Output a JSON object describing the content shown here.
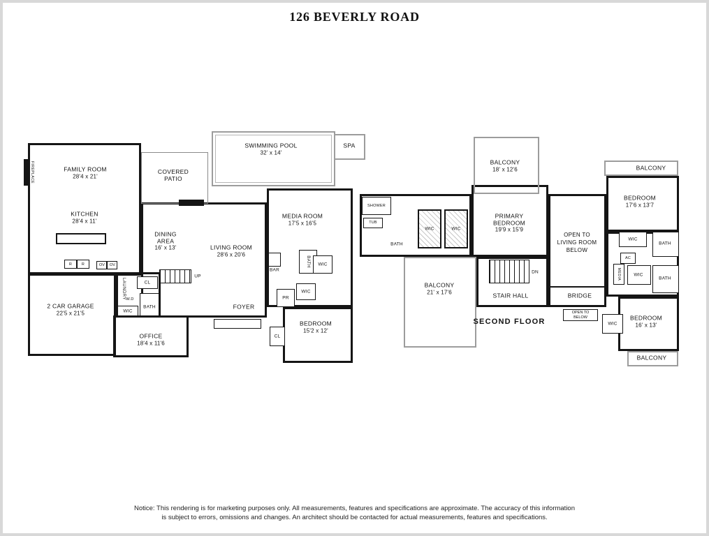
{
  "title": "126 BEVERLY ROAD",
  "first_floor": {
    "family_room": {
      "name": "FAMILY ROOM",
      "dims": "28'4 x 21'"
    },
    "covered_patio": {
      "name": "COVERED PATIO"
    },
    "swimming_pool": {
      "name": "SWIMMING POOL",
      "dims": "32' x 14'"
    },
    "spa": {
      "name": "SPA"
    },
    "kitchen": {
      "name": "KITCHEN",
      "dims": "28'4 x 11'"
    },
    "dining_area": {
      "name": "DINING AREA",
      "dims": "16' x 13'"
    },
    "living_room": {
      "name": "LIVING ROOM",
      "dims": "28'6 x 20'6"
    },
    "media_room": {
      "name": "MEDIA ROOM",
      "dims": "17'5 x 16'5"
    },
    "garage": {
      "name": "2 CAR GARAGE",
      "dims": "22'5 x 21'5"
    },
    "office": {
      "name": "OFFICE",
      "dims": "18'4 x 11'6"
    },
    "bedroom": {
      "name": "BEDROOM",
      "dims": "15'2 x 12'"
    },
    "foyer": {
      "name": "FOYER"
    }
  },
  "second_floor": {
    "floor_label": "SECOND FLOOR",
    "balcony_top": {
      "name": "BALCONY",
      "dims": "18' x 12'6"
    },
    "balcony_top_right": {
      "name": "BALCONY"
    },
    "bedroom_top_right": {
      "name": "BEDROOM",
      "dims": "17'6 x 13'7"
    },
    "primary_bedroom": {
      "name": "PRIMARY BEDROOM",
      "dims": "19'9 x 15'9"
    },
    "open_to_living": {
      "line1": "OPEN TO",
      "line2": "LIVING ROOM",
      "line3": "BELOW"
    },
    "balcony_left": {
      "name": "BALCONY",
      "dims": "21' x 17'6"
    },
    "stair_hall": {
      "name": "STAIR HALL"
    },
    "bridge": {
      "name": "BRIDGE"
    },
    "open_to_below": {
      "line1": "OPEN TO",
      "line2": "BELOW"
    },
    "bedroom_bottom_right": {
      "name": "BEDROOM",
      "dims": "16' x 13'"
    },
    "balcony_bottom_right": {
      "name": "BALCONY"
    }
  },
  "small_labels": {
    "fireplace": "FIREPLACE",
    "laundry": "LAUNDRY",
    "wic": "WIC",
    "bath": "BATH",
    "cl": "CL",
    "pr": "PR",
    "bar": "BAR",
    "up": "UP",
    "dn": "DN",
    "tub": "TUB",
    "shower": "SHOWER",
    "ac": "AC",
    "media": "MEDIA",
    "wd": "W.D",
    "range": "R",
    "oven": "OV"
  },
  "notice": {
    "line1": "Notice: This rendering is for marketing purposes only. All measurements, features and specifications are approximate. The accuracy of this information",
    "line2": "is subject to errors, omissions and changes. An architect should be contacted for actual measurements, features and specifications."
  }
}
